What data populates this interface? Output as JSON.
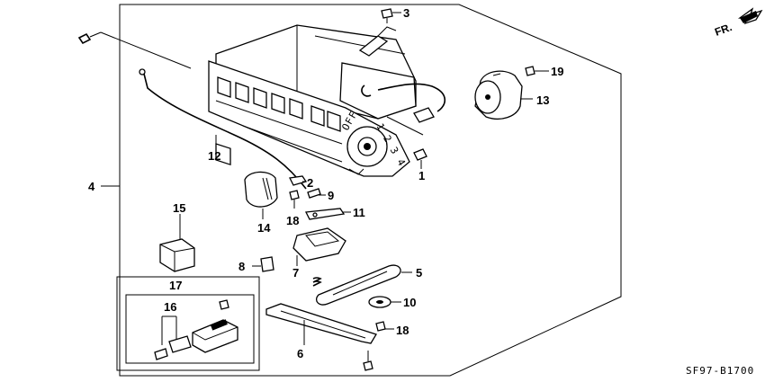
{
  "diagram_code": "SF97-B1700",
  "front_marker": "FR.",
  "callouts": {
    "c1": "1",
    "c2": "2",
    "c3": "3",
    "c4": "4",
    "c5": "5",
    "c6": "6",
    "c7": "7",
    "c8": "8",
    "c9": "9",
    "c10": "10",
    "c11": "11",
    "c12": "12",
    "c13": "13",
    "c14": "14",
    "c15": "15",
    "c16": "16",
    "c17": "17",
    "c18a": "18",
    "c18b": "18",
    "c19": "19"
  },
  "dial_labels": {
    "off": "OFF",
    "positions": "1 2 3 4"
  }
}
